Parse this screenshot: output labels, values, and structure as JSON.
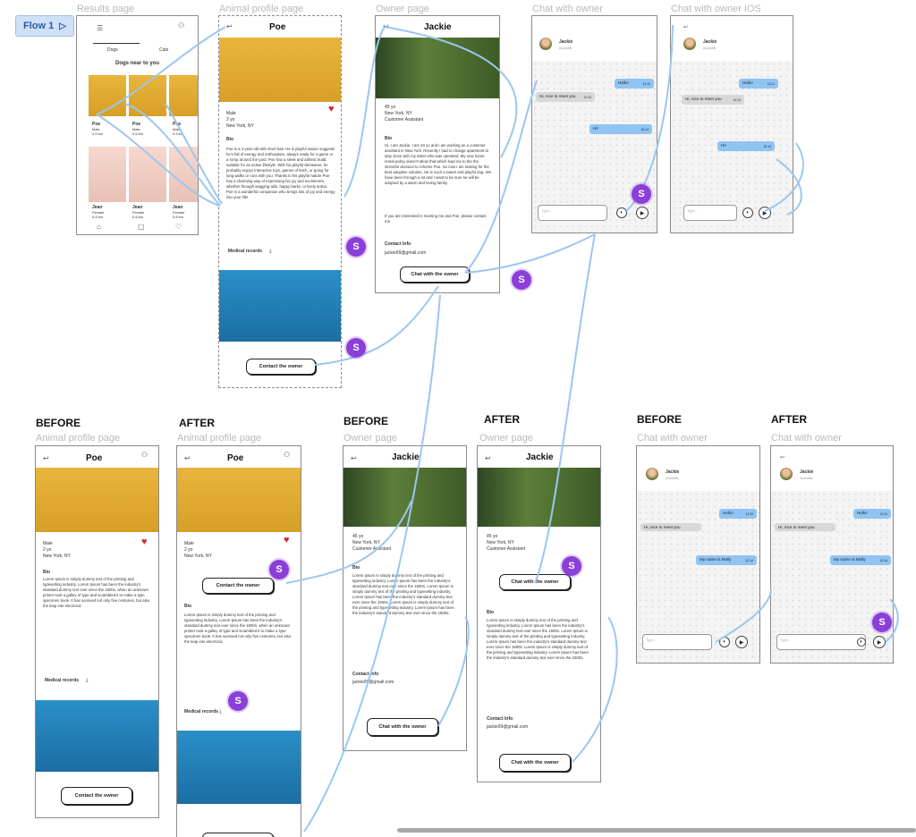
{
  "flow": {
    "label": "Flow 1"
  },
  "frame_labels": {
    "results": "Results page",
    "animal_profile": "Animal profile page",
    "owner": "Owner page",
    "chat": "Chat with owner",
    "chat_ios": "Chat with owner IOS",
    "before_animal": "Animal profile page",
    "after_animal": "Animal profile page",
    "before_owner": "Owner page",
    "after_owner": "Owner page",
    "before_chat": "Chat with owner",
    "after_chat": "Chat with owner"
  },
  "section_labels": {
    "before": "BEFORE",
    "after": "AFTER"
  },
  "badge": "S",
  "results": {
    "tabs": [
      "Dogs",
      "Cats"
    ],
    "title": "Dogs near to you",
    "row1": [
      {
        "name": "Poe",
        "sex": "Male",
        "dist": "0.5 km"
      },
      {
        "name": "Poe",
        "sex": "Male",
        "dist": "0.5 km"
      },
      {
        "name": "Poe",
        "sex": "Male",
        "dist": "0.5 km"
      }
    ],
    "row2": [
      {
        "name": "Jean",
        "sex": "Female",
        "dist": "0.8 km"
      },
      {
        "name": "Jean",
        "sex": "Female",
        "dist": "0.8 km"
      },
      {
        "name": "Jean",
        "sex": "Female",
        "dist": "0.8 km"
      }
    ]
  },
  "animal": {
    "name": "Poe",
    "sex": "Male",
    "age": "2 yo",
    "location": "New York, NY",
    "bio_label": "Bio",
    "bio": "Poe is a 2-year-old with short hair. He is playful nature suggests he's full of energy and enthusiasm, always ready for a game or a romp around the yard. Poe has a sleek and athletic build, suitable for an active lifestyle. With his playful demeanor, he probably enjoys interactive toys, games of fetch, or going for long walks or runs with you. Thanks to his playful nature Poe has a charming way of expressing his joy and excitement, whether through wagging tails, happy barks, or lively antics. Poe is a wonderful companion who brings lots of joy and energy into your life!",
    "medical_label": "Medical records",
    "contact_btn": "Contact the owner",
    "lorem_bio": "Lorem Ipsum is simply dummy text of the printing and typesetting industry. Lorem Ipsum has been the industry's standard dummy text ever since the 1500s, when an unknown printer took a galley of type and scrambled it to make a type specimen book. It has survived not only five centuries, but also the leap into electronic"
  },
  "owner": {
    "name": "Jackie",
    "age": "45 yo",
    "location": "New York, NY",
    "job": "Customer Assistant",
    "bio_label": "Bio",
    "bio": "Hi, I am Jackie, I am 34 yo and I am working as a customer assistant in New York. Recently I had to change apartment to stay close with my sister who was operated. My new home rental policy doesn't allow that which lead me to the the stressful decision to rehome Poe. So now I am looking for the best adoptive solution. He is such a sweet and playful dog. We have been through a lot and I want to be sure he will be adopted by a warm and loving family.",
    "cta_text": "If you are interested in meeting me and Poe, please contact me.",
    "contact_label": "Contact Info",
    "email": "jackie99@gmail.com",
    "chat_btn": "Chat with the owner",
    "lorem_bio": "Lorem Ipsum is simply dummy text of the printing and typesetting industry. Lorem Ipsum has been the industry's standard dummy text ever since the 1500s. Lorem Ipsum is simply dummy text of the printing and typesetting industry. Lorem Ipsum has been the industry's standard dummy text ever since the 1500s. Lorem Ipsum is simply dummy text of the printing and typesetting industry. Lorem Ipsum has been the industry's standard dummy text ever since the 1500s."
  },
  "chat": {
    "name": "Jackie",
    "status": "Available",
    "msg1": "Hello!",
    "msg2": "Hi, nice to meet you",
    "msg3": "Hi!",
    "msg3_after": "My name is Molly",
    "time1": "12:11",
    "time2": "12:12",
    "time3": "12:14",
    "input_placeholder": "Type..."
  }
}
